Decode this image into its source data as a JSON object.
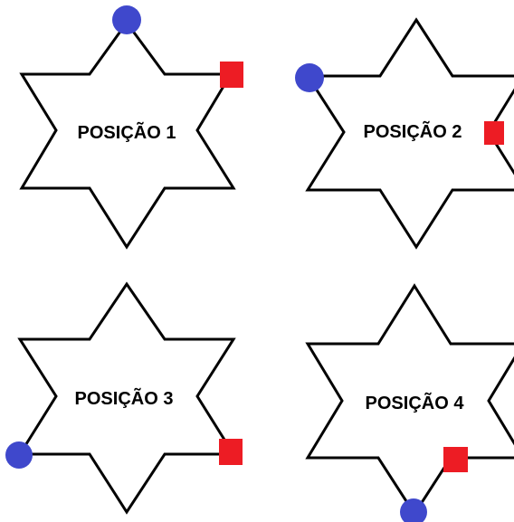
{
  "colors": {
    "outline": "#000000",
    "circle": "#3f48cc",
    "square": "#ed1c24",
    "background": "#ffffff"
  },
  "panels": [
    {
      "label": "POSIÇÃO 1",
      "circle_icon": "blue-circle-marker",
      "square_icon": "red-square-marker"
    },
    {
      "label": "POSIÇÃO 2",
      "circle_icon": "blue-circle-marker",
      "square_icon": "red-square-marker"
    },
    {
      "label": "POSIÇÃO 3",
      "circle_icon": "blue-circle-marker",
      "square_icon": "red-square-marker"
    },
    {
      "label": "POSIÇÃO 4",
      "circle_icon": "blue-circle-marker",
      "square_icon": "red-square-marker"
    }
  ]
}
